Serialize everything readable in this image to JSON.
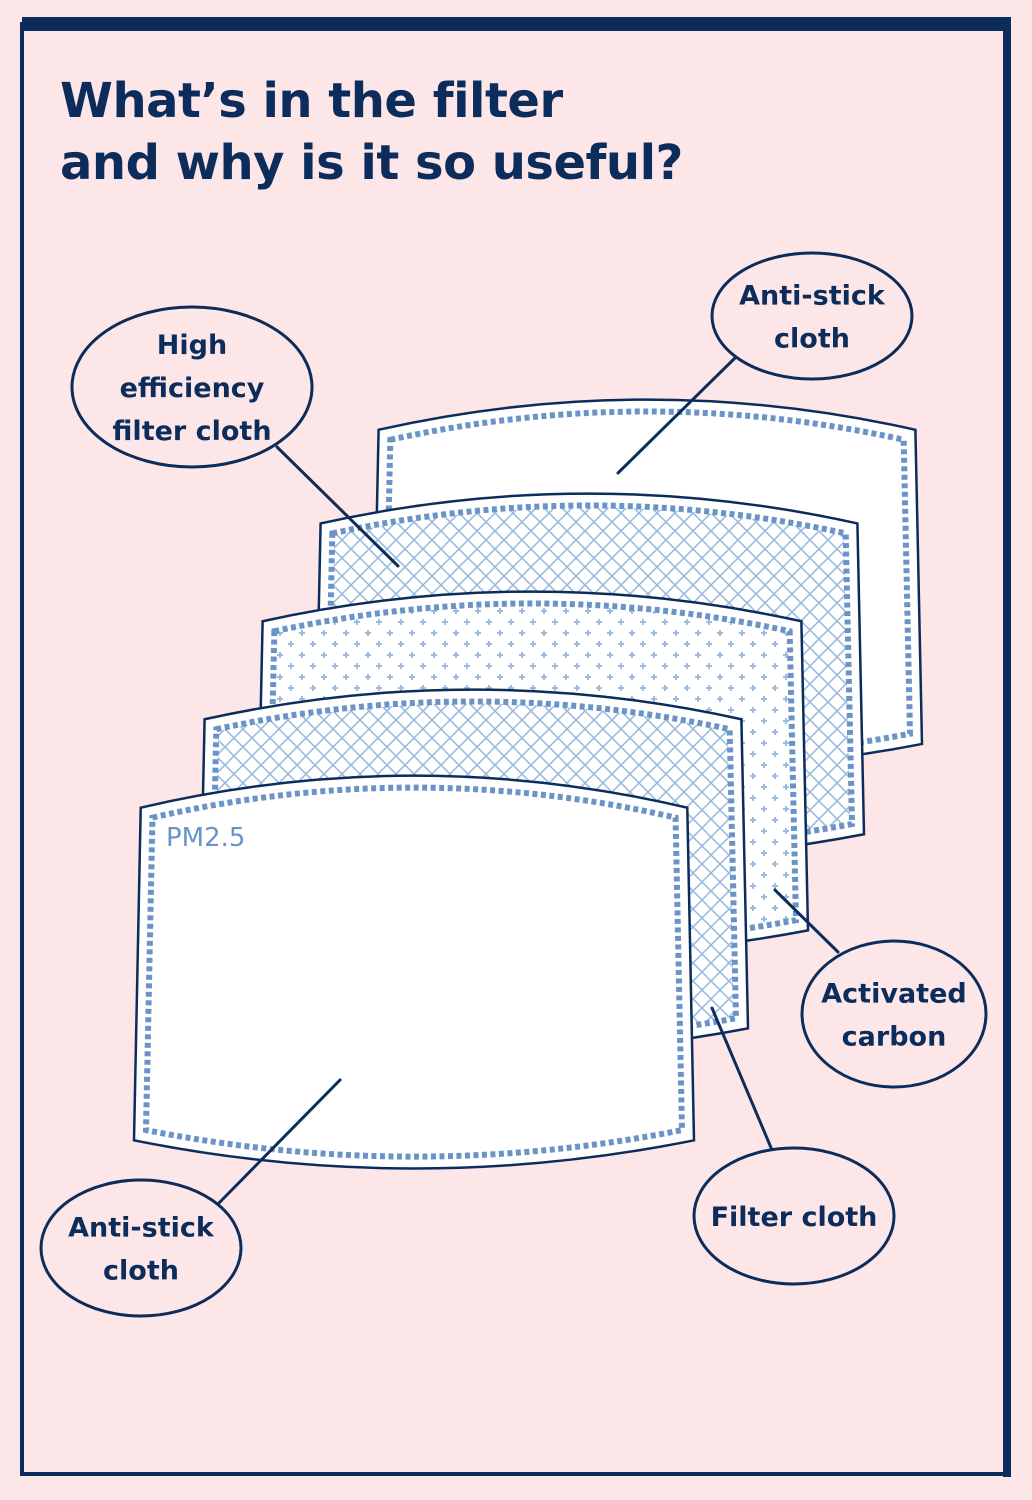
{
  "title": {
    "line1": "What’s in the filter",
    "line2": "and why is it so useful?"
  },
  "pad_marking": "PM2.5",
  "layers": [
    {
      "pattern": "plain"
    },
    {
      "pattern": "crosshatch"
    },
    {
      "pattern": "dots"
    },
    {
      "pattern": "crosshatch"
    },
    {
      "pattern": "plain"
    }
  ],
  "callouts": [
    {
      "lines": [
        "Anti-stick",
        "cloth"
      ]
    },
    {
      "lines": [
        "High",
        "efficiency",
        "filter cloth"
      ]
    },
    {
      "lines": [
        "Activated",
        "carbon"
      ]
    },
    {
      "lines": [
        "Filter cloth"
      ]
    },
    {
      "lines": [
        "Anti-stick",
        "cloth"
      ]
    }
  ],
  "colors": {
    "background": "#fde6e8",
    "navy": "#0c2d5c",
    "pattern_blue": "#9bbbe0",
    "stitch_blue": "#6a94c8",
    "pad_fill": "#ffffff"
  }
}
